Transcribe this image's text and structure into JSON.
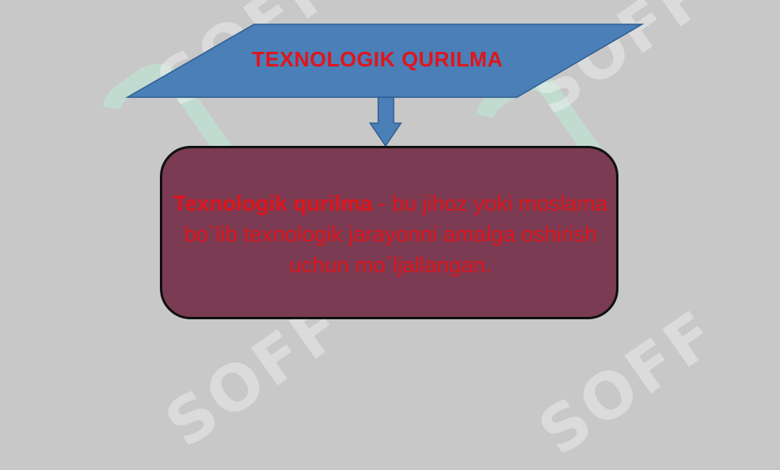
{
  "title": "TEXNOLOGIK QURILMA",
  "definition": {
    "term": "Texnologik qurilma",
    "text": " - bu  jihoz yoki moslama bo`lib texnologik jarayonni amalga oshirish uchun mo`ljallangan."
  },
  "watermark": "SOFF",
  "colors": {
    "background": "#c8c8c8",
    "shape_fill": "#4a7fb8",
    "box_fill": "#7b3b53",
    "text_red": "#e0151c"
  }
}
